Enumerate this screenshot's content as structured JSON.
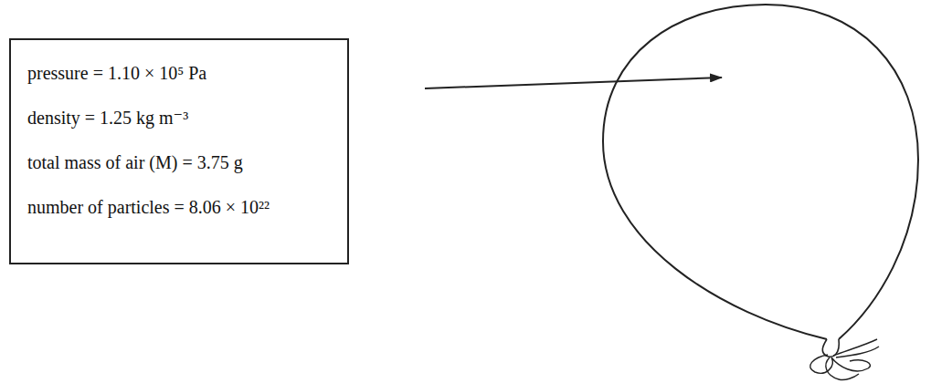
{
  "diagram": {
    "nodes": [
      {
        "text": [
          "pressure = 1.10 × 10⁵ Pa",
          "density = 1.25 kg m⁻³",
          "total mass of air (M) = 3.75 g",
          "number of particles = 8.06 × 10²²"
        ]
      }
    ]
  }
}
